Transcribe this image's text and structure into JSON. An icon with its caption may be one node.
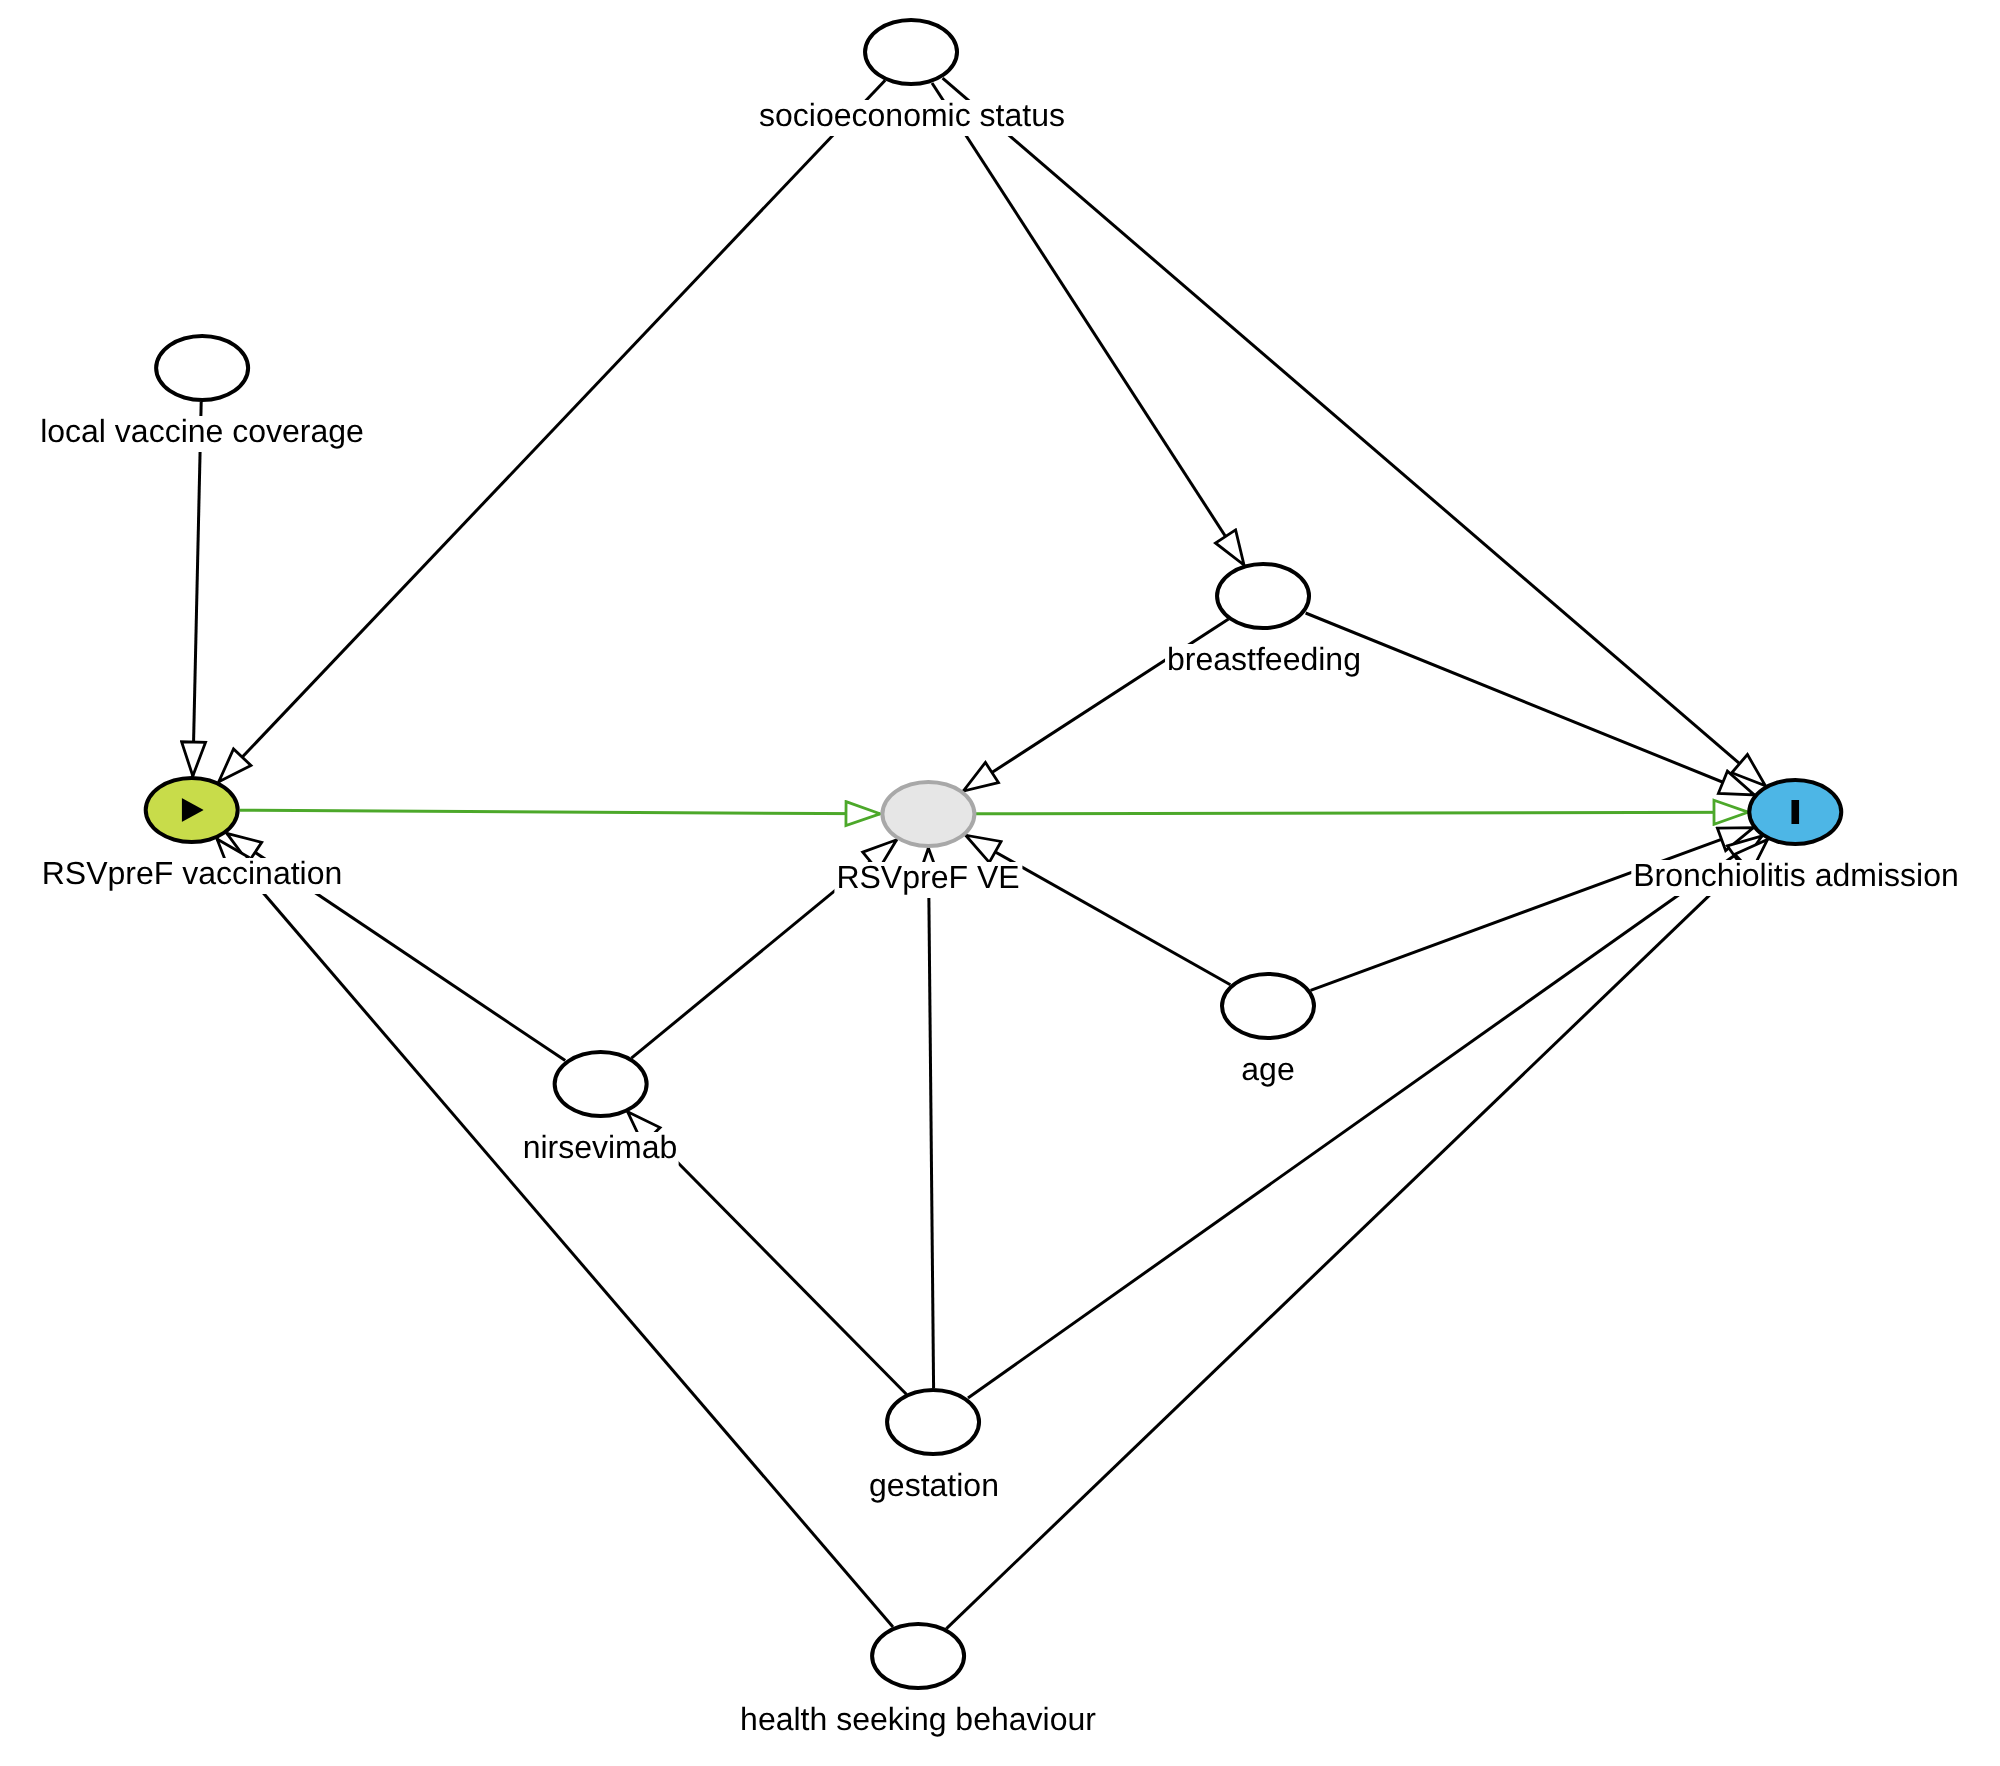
{
  "diagram": {
    "nodes": [
      {
        "text": [
          "socioeconomic status"
        ]
      },
      {
        "text": [
          "local vaccine coverage"
        ]
      },
      {
        "text": [
          "breastfeeding"
        ]
      },
      {
        "text": [
          "RSVpreF vaccination"
        ]
      },
      {
        "text": [
          "RSVpreF VE"
        ]
      },
      {
        "text": [
          "Bronchiolitis admission"
        ]
      },
      {
        "text": [
          "age"
        ]
      },
      {
        "text": [
          "nirsevimab"
        ]
      },
      {
        "text": [
          "gestation"
        ]
      },
      {
        "text": [
          "health seeking behaviour"
        ]
      }
    ],
    "edges": [
      {
        "from": 0,
        "to": 3,
        "arrow": "to"
      },
      {
        "from": 0,
        "to": 2,
        "arrow": "to"
      },
      {
        "from": 0,
        "to": 5,
        "arrow": "to"
      },
      {
        "from": 1,
        "to": 3,
        "arrow": "to"
      },
      {
        "from": 3,
        "to": 4,
        "arrow": "to",
        "color": "#4ca82a"
      },
      {
        "from": 4,
        "to": 5,
        "arrow": "to",
        "color": "#4ca82a"
      },
      {
        "from": 2,
        "to": 4,
        "arrow": "to"
      },
      {
        "from": 2,
        "to": 5,
        "arrow": "to"
      },
      {
        "from": 6,
        "to": 4,
        "arrow": "to"
      },
      {
        "from": 6,
        "to": 5,
        "arrow": "to"
      },
      {
        "from": 7,
        "to": 3,
        "arrow": "to"
      },
      {
        "from": 7,
        "to": 4,
        "arrow": "to"
      },
      {
        "from": 8,
        "to": 7,
        "arrow": "to"
      },
      {
        "from": 8,
        "to": 4,
        "arrow": "to"
      },
      {
        "from": 8,
        "to": 5,
        "arrow": "to"
      },
      {
        "from": 9,
        "to": 3,
        "arrow": "to"
      },
      {
        "from": 9,
        "to": 5,
        "arrow": "to"
      }
    ]
  }
}
